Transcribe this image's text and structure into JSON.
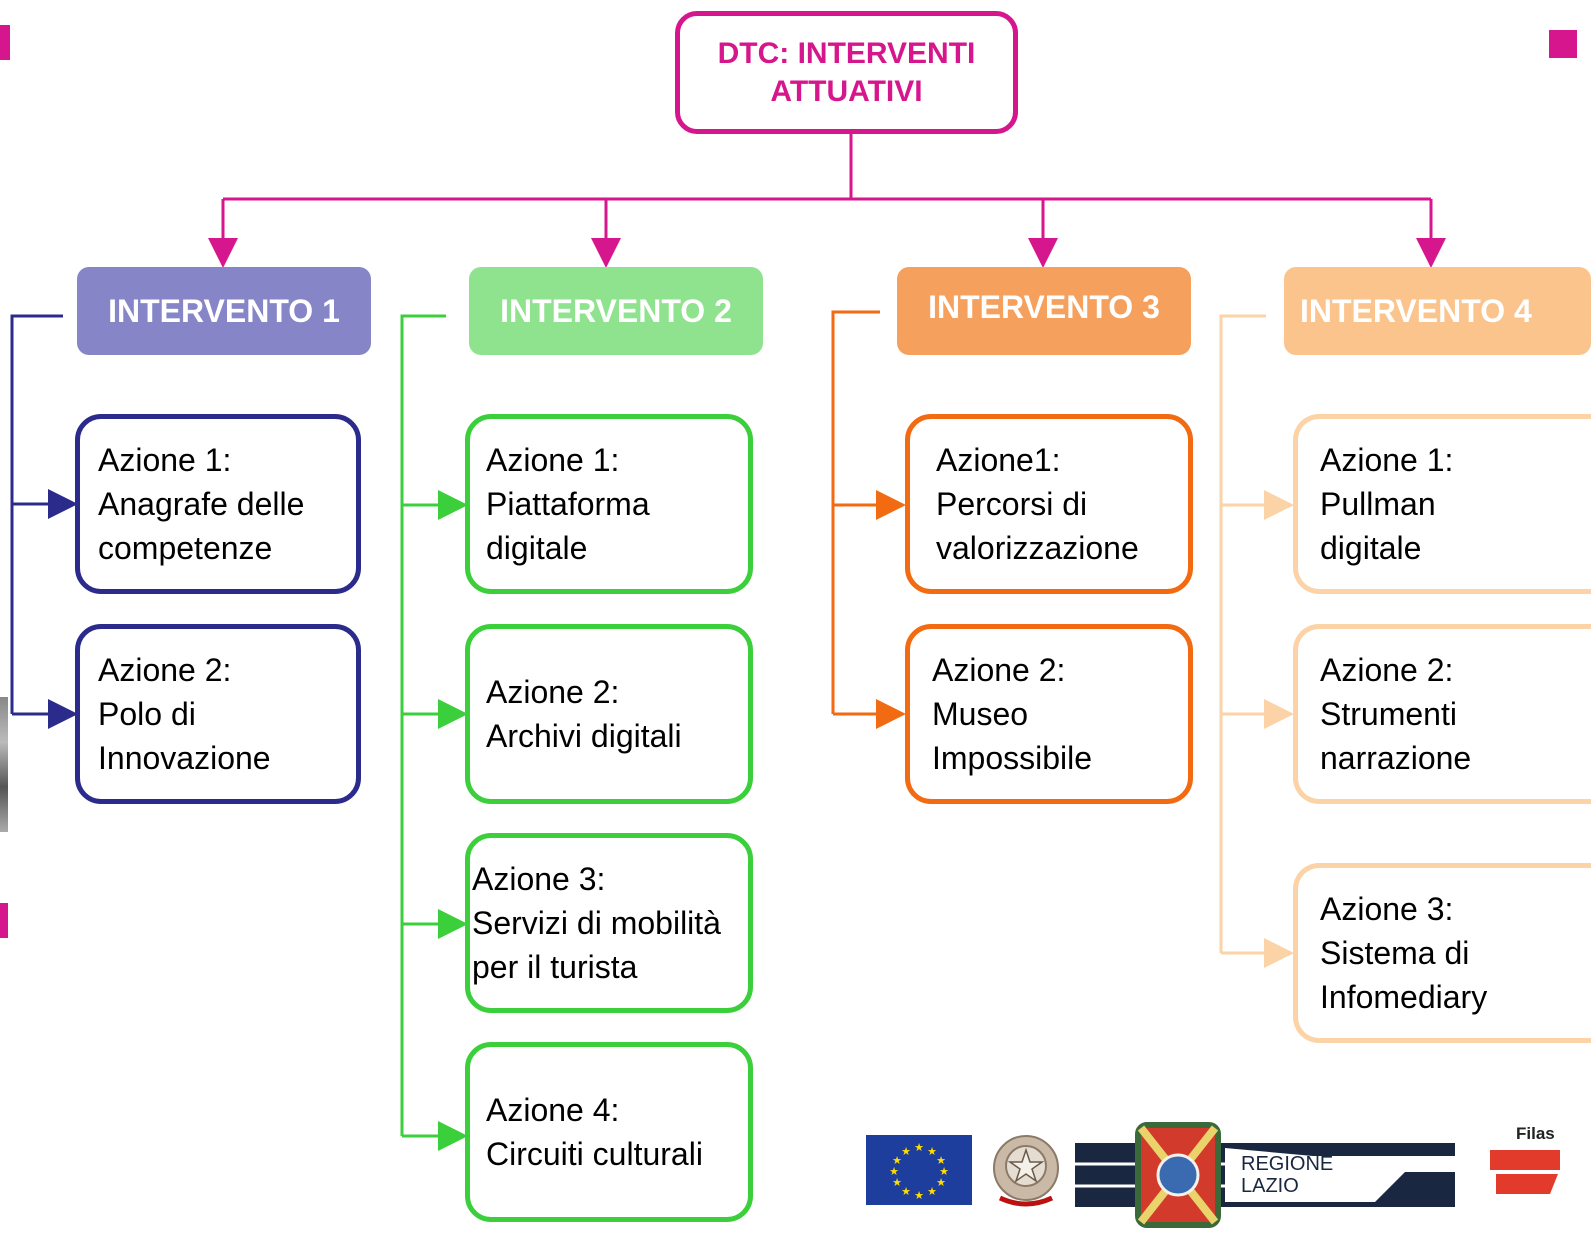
{
  "root": {
    "line1": "DTC: INTERVENTI",
    "line2": "ATTUATIVI",
    "color": "#d6168c"
  },
  "interventi": [
    {
      "title": "INTERVENTO 1",
      "header_color": "#8585c8",
      "line_color": "#2b2b8c",
      "azioni": [
        [
          "Azione 1:",
          "Anagrafe delle",
          "competenze"
        ],
        [
          "Azione 2:",
          "Polo di",
          "Innovazione"
        ]
      ]
    },
    {
      "title": "INTERVENTO 2",
      "header_color": "#8fe38f",
      "line_color": "#3ccf3c",
      "azioni": [
        [
          "Azione 1:",
          "Piattaforma",
          "digitale"
        ],
        [
          "Azione 2:",
          "Archivi digitali"
        ],
        [
          "Azione 3:",
          "Servizi di mobilità",
          "per il turista"
        ],
        [
          "Azione 4:",
          "Circuiti culturali"
        ]
      ]
    },
    {
      "title": "INTERVENTO 3",
      "header_color": "#f5a05c",
      "line_color": "#f26a12",
      "azioni": [
        [
          "Azione1:",
          "Percorsi di",
          "valorizzazione"
        ],
        [
          "Azione 2:",
          "Museo",
          "Impossibile"
        ]
      ]
    },
    {
      "title": "INTERVENTO 4",
      "header_color": "#fbc48c",
      "line_color": "#fbd3a6",
      "azioni": [
        [
          "Azione 1:",
          "Pullman",
          "digitale"
        ],
        [
          "Azione 2:",
          "Strumenti",
          "narrazione"
        ],
        [
          "Azione 3:",
          "Sistema di",
          "Infomediary"
        ]
      ]
    }
  ],
  "logos": {
    "regione": "REGIONE",
    "lazio": "LAZIO",
    "filas": "Filas"
  }
}
